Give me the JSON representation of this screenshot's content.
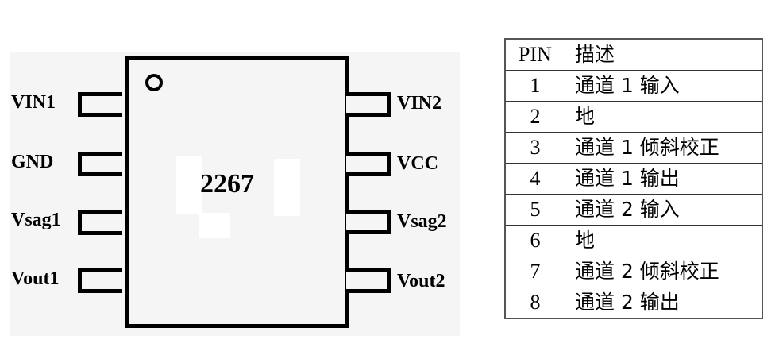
{
  "diagram": {
    "chip_label": "2267",
    "left_pins": [
      {
        "label": "VIN1"
      },
      {
        "label": "GND"
      },
      {
        "label": "Vsag1"
      },
      {
        "label": "Vout1"
      }
    ],
    "right_pins": [
      {
        "label": "VIN2"
      },
      {
        "label": "VCC"
      },
      {
        "label": "Vsag2"
      },
      {
        "label": "Vout2"
      }
    ]
  },
  "table": {
    "headers": [
      "PIN",
      "描述"
    ],
    "rows": [
      {
        "pin": "1",
        "description": "通道 1 输入"
      },
      {
        "pin": "2",
        "description": "地"
      },
      {
        "pin": "3",
        "description": "通道 1 倾斜校正"
      },
      {
        "pin": "4",
        "description": "通道 1 输出"
      },
      {
        "pin": "5",
        "description": "通道 2 输入"
      },
      {
        "pin": "6",
        "description": "地"
      },
      {
        "pin": "7",
        "description": "通道 2 倾斜校正"
      },
      {
        "pin": "8",
        "description": "通道 2 输出"
      }
    ]
  }
}
